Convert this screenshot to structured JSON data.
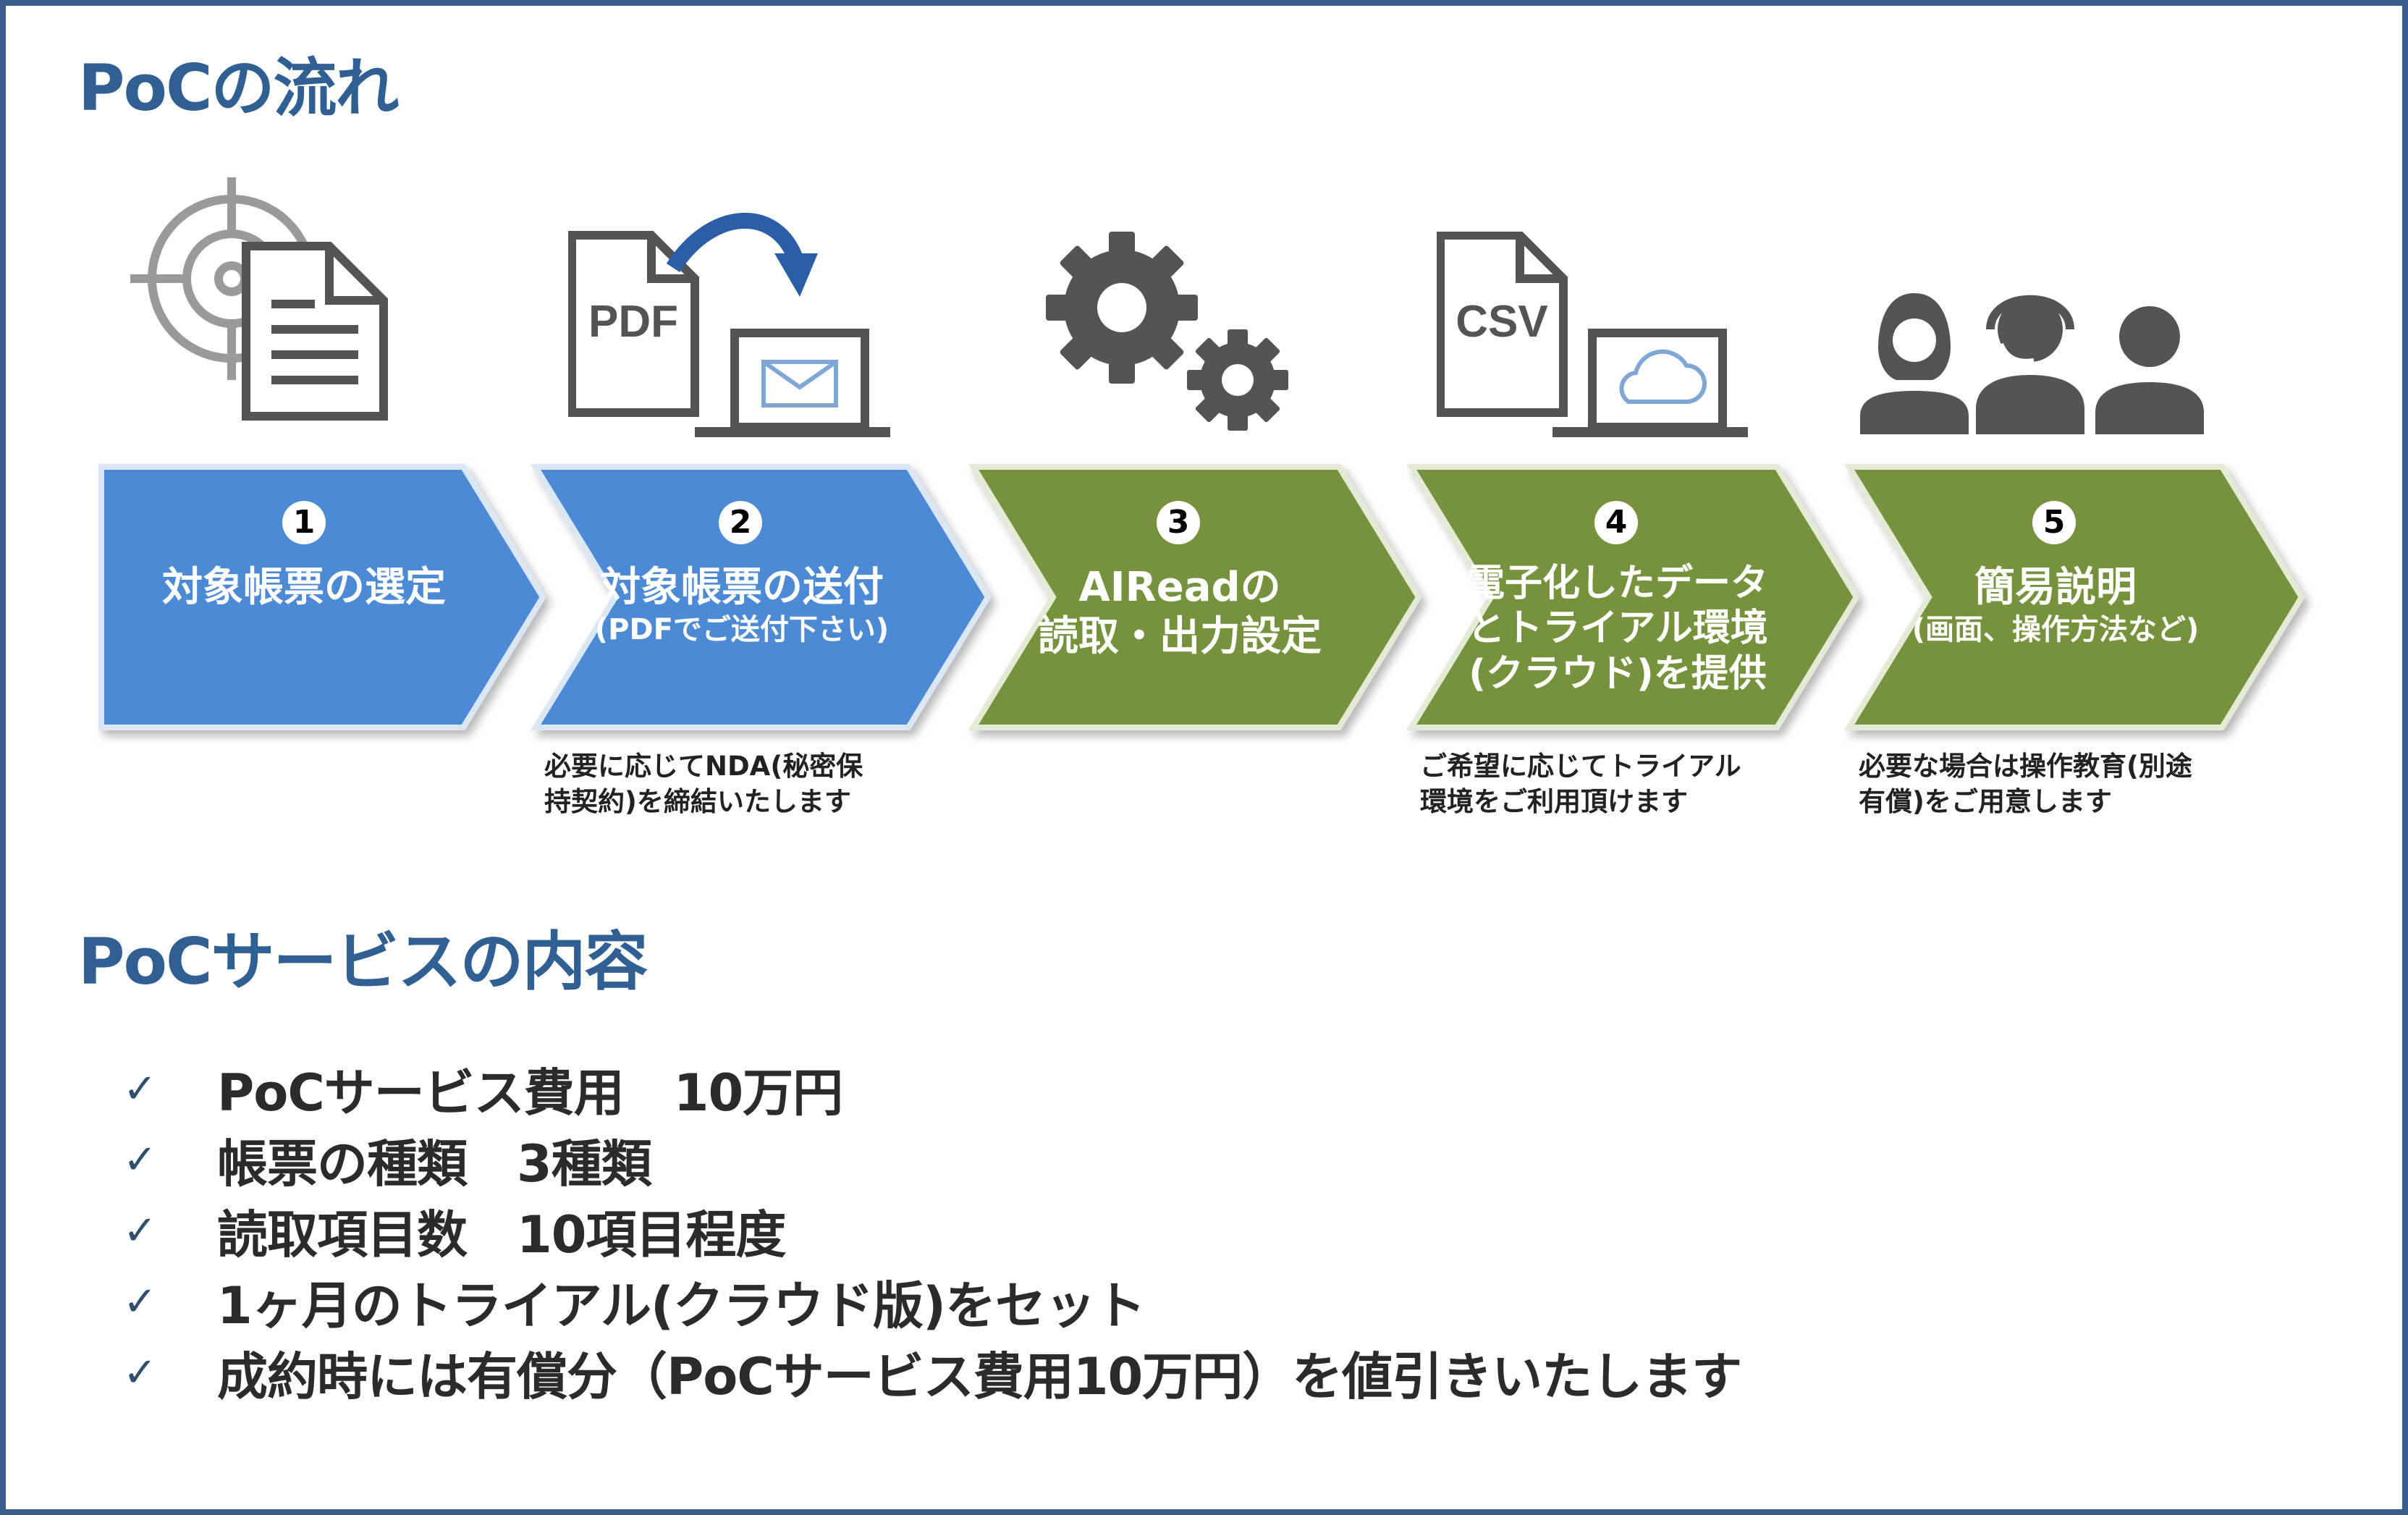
{
  "flow": {
    "title": "PoCの流れ",
    "steps": [
      {
        "number": "1",
        "lines": [
          "対象帳票の選定"
        ],
        "color": "#4E8AD6",
        "icon": "target-document-icon"
      },
      {
        "number": "2",
        "lines": [
          "対象帳票の送付",
          "(PDFでご送付下さい)"
        ],
        "color": "#4E8AD6",
        "icon": "pdf-send-laptop-icon"
      },
      {
        "number": "3",
        "lines": [
          "AIReadの",
          "読取・出力設定"
        ],
        "color": "#76923C",
        "icon": "gears-icon"
      },
      {
        "number": "4",
        "lines": [
          "電子化したデータ",
          "とトライアル環境",
          "(クラウド)を提供"
        ],
        "color": "#76923C",
        "icon": "csv-cloud-laptop-icon"
      },
      {
        "number": "5",
        "lines": [
          "簡易説明",
          "(画面、操作方法など)"
        ],
        "color": "#76923C",
        "icon": "people-support-icon"
      }
    ],
    "icon_labels": {
      "pdf": "PDF",
      "csv": "CSV"
    },
    "notes": {
      "step2": [
        "必要に応じてNDA(秘密保",
        "持契約)を締結いたします"
      ],
      "step4": [
        "ご希望に応じてトライアル",
        "環境をご利用頂けます"
      ],
      "step5": [
        "必要な場合は操作教育(別途",
        "有償)をご用意します"
      ]
    }
  },
  "service": {
    "title": "PoCサービスの内容",
    "check_symbol": "✓",
    "items": [
      "PoCサービス費用　10万円",
      "帳票の種類　3種類",
      "読取項目数　10項目程度",
      "1ヶ月のトライアル(クラウド版)をセット",
      "成約時には有償分（PoCサービス費用10万円）を値引きいたします"
    ]
  },
  "colors": {
    "blue": "#4E8AD6",
    "green": "#76923C",
    "heading": "#2F5F93",
    "frame": "#3A5F8E",
    "icon": "#545454"
  }
}
